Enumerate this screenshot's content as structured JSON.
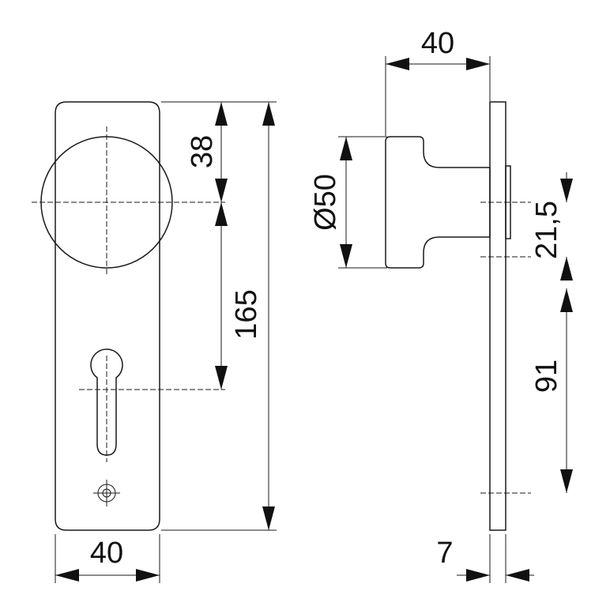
{
  "dimensions": {
    "front_width": "40",
    "knob_to_keyhole": "38",
    "plate_height": "165",
    "side_depth": "40",
    "knob_diameter": "Ø50",
    "spindle_offset": "21,5",
    "lower_distance": "91",
    "plate_thickness": "7"
  },
  "colors": {
    "line": "#1a1a1a",
    "background": "#ffffff"
  }
}
